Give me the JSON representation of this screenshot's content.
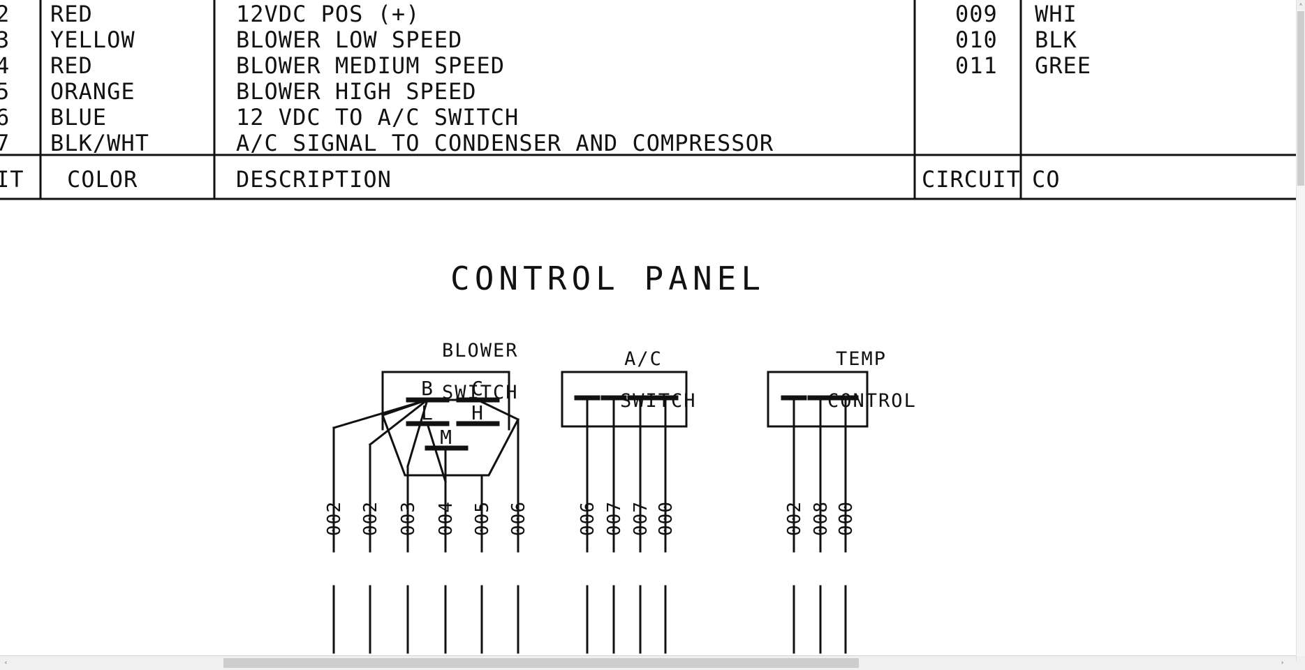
{
  "drawing": {
    "panel_title": "CONTROL PANEL"
  },
  "wire_table": {
    "headers_left": {
      "circuit": "IT",
      "color": "COLOR",
      "description": "DESCRIPTION"
    },
    "headers_right": {
      "circuit": "CIRCUIT",
      "color": "CO"
    },
    "rows_left": [
      {
        "circuit": "2",
        "color": "RED",
        "description": "12VDC POS (+)"
      },
      {
        "circuit": "3",
        "color": "YELLOW",
        "description": "BLOWER LOW SPEED"
      },
      {
        "circuit": "4",
        "color": "RED",
        "description": "BLOWER MEDIUM SPEED"
      },
      {
        "circuit": "5",
        "color": "ORANGE",
        "description": "BLOWER HIGH SPEED"
      },
      {
        "circuit": "6",
        "color": "BLUE",
        "description": "12 VDC TO A/C SWITCH"
      },
      {
        "circuit": "7",
        "color": "BLK/WHT",
        "description": "A/C SIGNAL TO CONDENSER AND COMPRESSOR"
      }
    ],
    "rows_right": [
      {
        "circuit": "009",
        "color": "WHI"
      },
      {
        "circuit": "010",
        "color": "BLK"
      },
      {
        "circuit": "011",
        "color": "GREE"
      }
    ]
  },
  "switches": {
    "blower": {
      "label_line1": "BLOWER",
      "label_line2": "SWITCH",
      "terminals": [
        "B",
        "C",
        "L",
        "H",
        "M"
      ],
      "wire_numbers": [
        "002",
        "002",
        "003",
        "004",
        "005",
        "006"
      ]
    },
    "ac": {
      "label_line1": "A/C",
      "label_line2": "SWITCH",
      "wire_numbers": [
        "006",
        "007",
        "007",
        "000"
      ]
    },
    "temp": {
      "label_line1": "TEMP",
      "label_line2": "CONTROL",
      "wire_numbers": [
        "002",
        "008",
        "000"
      ]
    }
  },
  "scrollbars": {
    "left_arrow": "‹",
    "right_arrow": "›",
    "up_arrow": "˄"
  },
  "colors": {
    "ink": "#111111",
    "paper": "#ffffff",
    "scroll_track": "#f0f0f0",
    "scroll_thumb": "#cdcdcd"
  }
}
